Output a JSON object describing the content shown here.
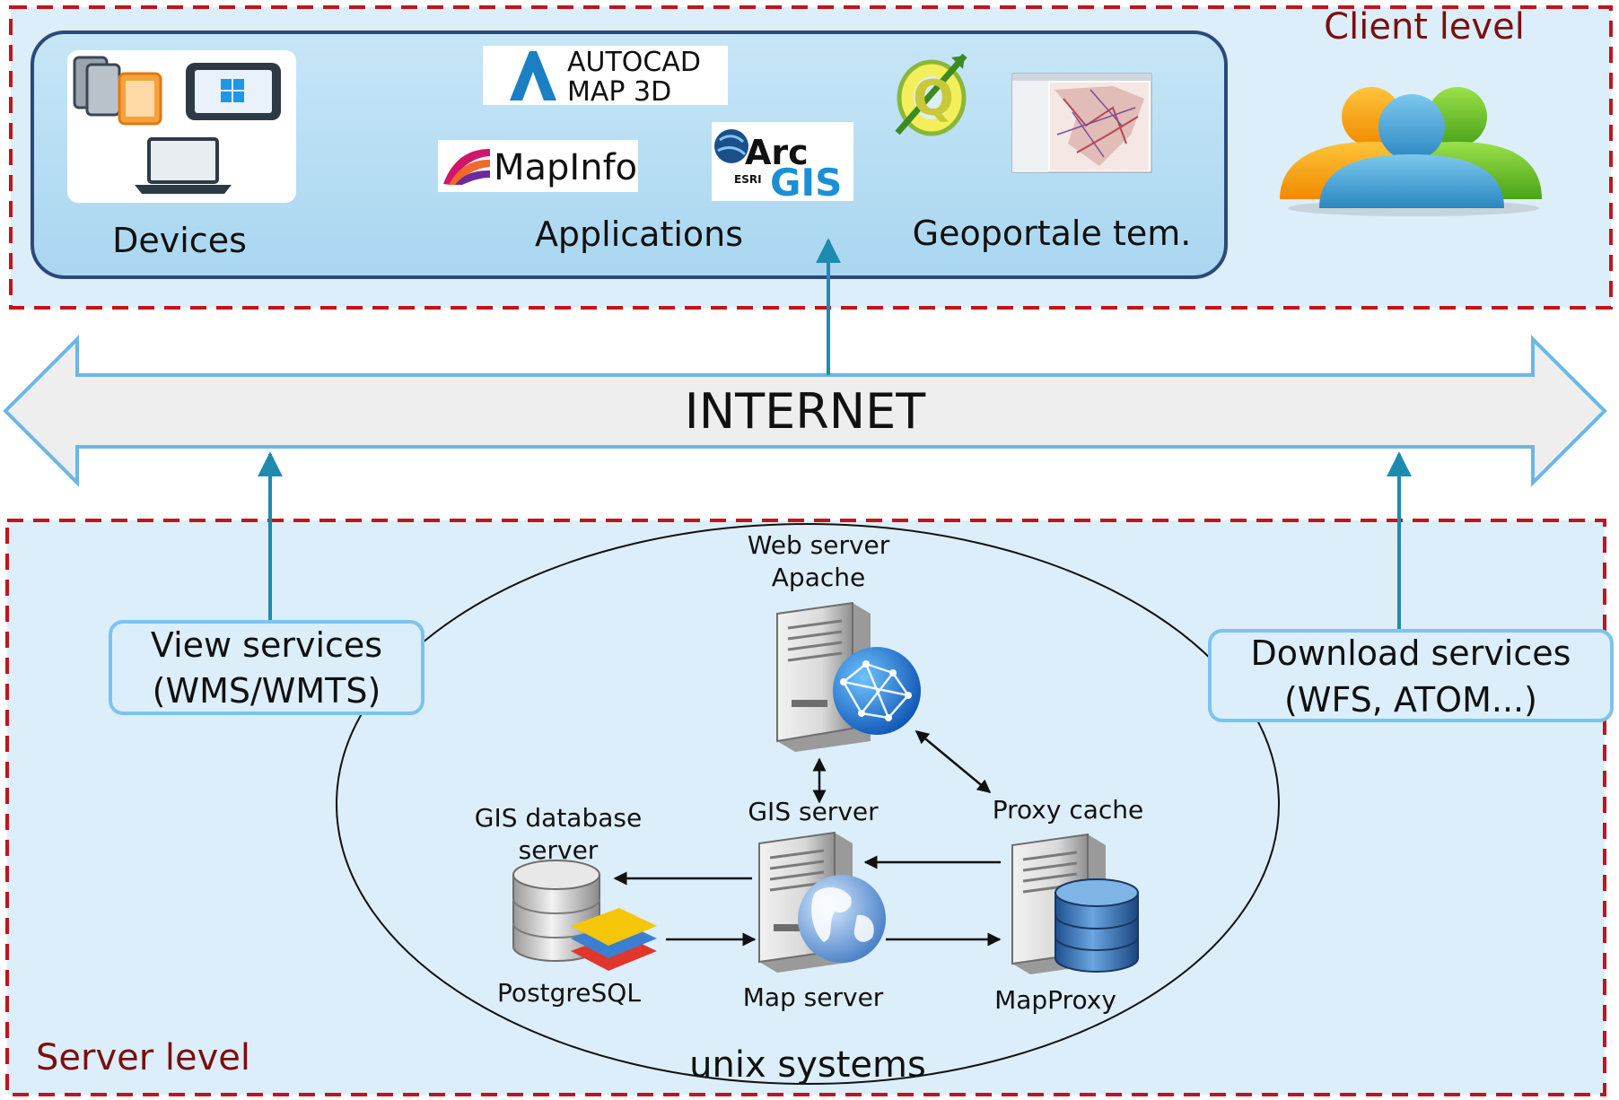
{
  "client_level": {
    "label": "Client level",
    "devices": {
      "label": "Devices"
    },
    "applications": {
      "label": "Applications",
      "autocad": {
        "line1": "AUTOCAD",
        "line2": "MAP 3D"
      },
      "mapinfo": "MapInfo",
      "arcgis": {
        "esri": "ESRI",
        "arc": "Arc",
        "gis": "GIS"
      },
      "qgis_letter": "Q"
    },
    "geoportal": {
      "label": "Geoportale tem."
    }
  },
  "internet": {
    "label": "INTERNET"
  },
  "server_level": {
    "label": "Server level",
    "unix": "unix systems",
    "view_services": {
      "line1": "View services",
      "line2": "(WMS/WMTS)"
    },
    "download_services": {
      "line1": "Download services",
      "line2": "(WFS, ATOM...)"
    },
    "web_server": {
      "line1": "Web server",
      "line2": "Apache"
    },
    "gis_server": {
      "label": "GIS server"
    },
    "map_server": {
      "label": "Map server"
    },
    "gis_database": {
      "line1": "GIS database",
      "line2": "server"
    },
    "postgresql": {
      "label": "PostgreSQL"
    },
    "proxy_cache": {
      "label": "Proxy cache"
    },
    "mapproxy": {
      "label": "MapProxy"
    }
  },
  "colors": {
    "level_border": "#c0151b",
    "level_label": "#7a0f0f",
    "panel_fill": "#dceefa",
    "arrow_line": "#1f8ab0",
    "box_border": "#7cc3ee"
  }
}
